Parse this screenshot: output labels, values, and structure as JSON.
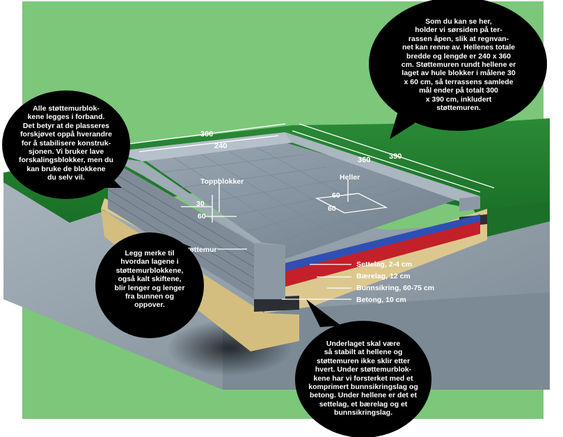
{
  "callouts": {
    "top_right": "Som du kan se her,\nholder vi sørsiden på ter-\nrassen åpen, slik at regnvan-\nnet kan renne av. Hellenes totale\nbredde og lengde er 240 x 360\ncm. Støttemuren rundt hellene er\nlaget av hule blokker i målene 30\nx 60 cm, så terrassens samlede\nmål ender på totalt 300\nx 390 cm, inkludert\nstøttemuren.",
    "left": "Alle støttemurblok-\nkene legges i forband.\nDet betyr at de plasseres\nforskjøvet oppå hverandre\nfor å stabilisere konstruk-\nsjonen. Vi bruker lave\nforskalingsblokker, men du\nkan bruke de blokkene\ndu selv vil.",
    "lower_left": "Legg merke til\nhvordan lagene i\nstøttemurblokkene,\nogså kalt skiftene,\nblir lenger og lenger\nfra bunnen og\noppover.",
    "bottom": "Underlaget skal være\nså stabilt at hellene og\nstøttemuren ikke sklir etter\nhvert. Under støttemurblok-\nkene har vi forsterket med et\nkomprimert bunnsikringslag og\nbetong. Under hellene er det et\nsettelag, et bærelag og et\nbunnsikringslag."
  },
  "dimensions": {
    "width_total": "300",
    "width_tiles": "240",
    "length_tiles": "360",
    "length_total": "390"
  },
  "labels": {
    "toppblokker": "Toppblokker",
    "topp_w": "30",
    "topp_l": "60",
    "heller": "Heller",
    "heller_w": "60",
    "heller_l": "60",
    "stottemur": "Støttemur"
  },
  "layers": [
    {
      "name": "Settelag, 2-4 cm",
      "color": "#2f4fb5"
    },
    {
      "name": "Bærelag, 12 cm",
      "color": "#c3202a"
    },
    {
      "name": "Bunnsikring, 60-75 cm",
      "color": "#dcc88e"
    },
    {
      "name": "Betong, 10 cm",
      "color": "#2b2f33"
    }
  ],
  "colors": {
    "grass": "#7cc77a",
    "lawn": "#1f7a2c",
    "ground": "#8e9aa4",
    "tiles": "#8a98a6",
    "wall": "#aab6c0",
    "bubble": "#000000"
  }
}
